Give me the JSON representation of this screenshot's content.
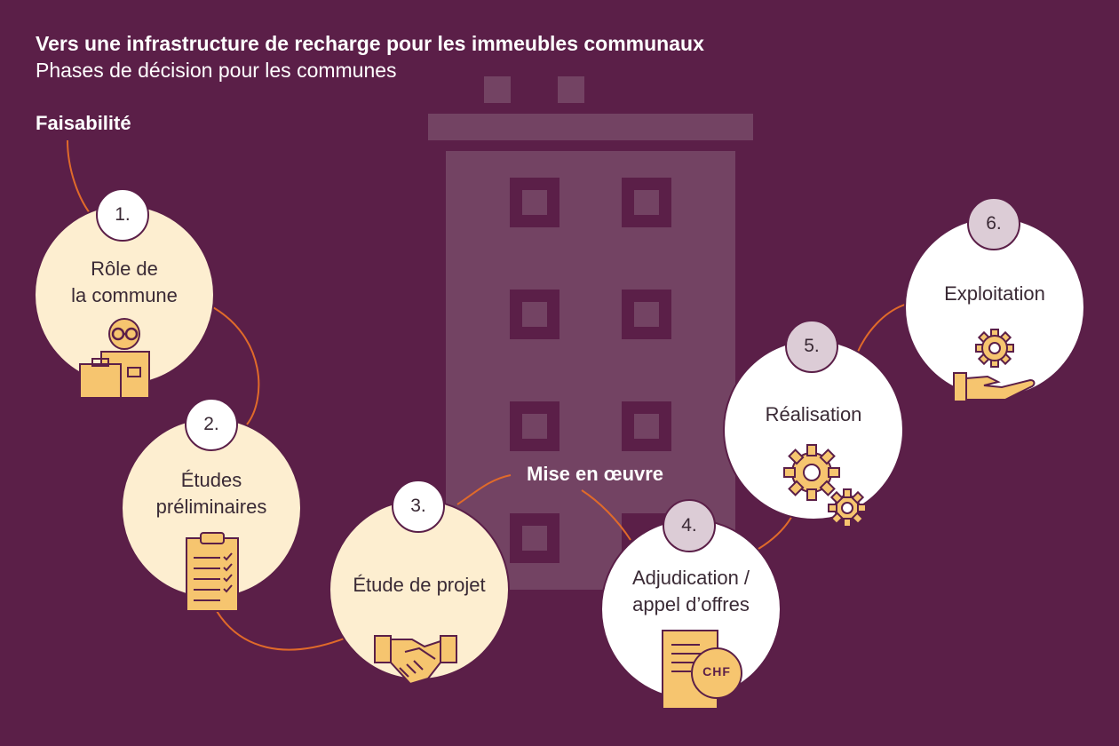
{
  "header": {
    "title": "Vers une infrastructure de recharge pour les immeubles communaux",
    "subtitle": "Phases de décision pour les communes"
  },
  "groups": {
    "feasibility": "Faisabilité",
    "implementation": "Mise en œuvre"
  },
  "steps": [
    {
      "number": "1.",
      "label": "Rôle de\nla commune",
      "icon": "person-briefcase-icon"
    },
    {
      "number": "2.",
      "label": "Études\npréliminaires",
      "icon": "clipboard-checklist-icon"
    },
    {
      "number": "3.",
      "label": "Étude de projet",
      "icon": "handshake-icon"
    },
    {
      "number": "4.",
      "label": "Adjudication /\nappel d’offres",
      "icon": "document-chf-icon",
      "icon_text": "CHF"
    },
    {
      "number": "5.",
      "label": "Réalisation",
      "icon": "gears-icon"
    },
    {
      "number": "6.",
      "label": "Exploitation",
      "icon": "hand-gear-icon"
    }
  ],
  "colors": {
    "background": "#5b1f48",
    "building": "#734363",
    "cream": "#fdeed0",
    "icon": "#f6c56f",
    "connector": "#e06a2a",
    "number_badge_late": "#dcccd6"
  }
}
